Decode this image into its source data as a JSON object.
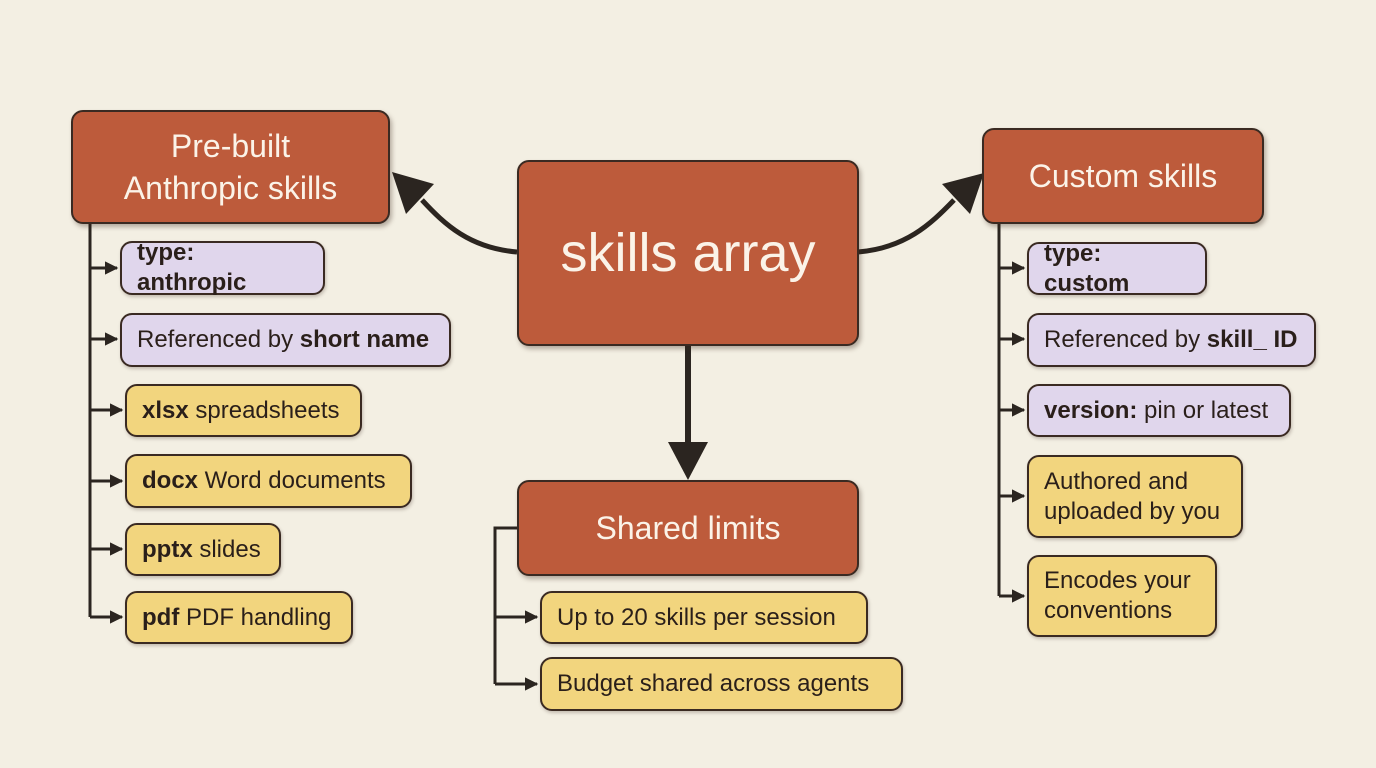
{
  "center": {
    "label": "skills array"
  },
  "left": {
    "title_lines": [
      "Pre-built",
      "Anthropic skills"
    ],
    "items": [
      {
        "bold": "type: anthropic",
        "rest": ""
      },
      {
        "pre": "Referenced by ",
        "bold": "short name",
        "rest": ""
      },
      {
        "bold": "xlsx",
        "rest": " spreadsheets"
      },
      {
        "bold": "docx",
        "rest": " Word documents"
      },
      {
        "bold": "pptx",
        "rest": " slides"
      },
      {
        "bold": "pdf",
        "rest": " PDF handling"
      }
    ]
  },
  "right": {
    "title": "Custom skills",
    "items": [
      {
        "bold": "type: custom",
        "rest": ""
      },
      {
        "pre": "Referenced by ",
        "bold": "skill_ ID",
        "rest": ""
      },
      {
        "bold": "version:",
        "rest": " pin or latest"
      },
      {
        "lines": [
          "Authored and",
          "uploaded by you"
        ]
      },
      {
        "lines": [
          "Encodes your",
          "conventions"
        ]
      }
    ]
  },
  "bottom": {
    "title": "Shared limits",
    "items": [
      {
        "text": "Up to 20 skills per session"
      },
      {
        "text": "Budget shared across agents"
      }
    ]
  },
  "colors": {
    "hub": "#bd5b3b",
    "purple_item": "#e0d6ec",
    "yellow_item": "#f2d57e",
    "connector": "#2b2520",
    "background": "#f3efe3"
  }
}
